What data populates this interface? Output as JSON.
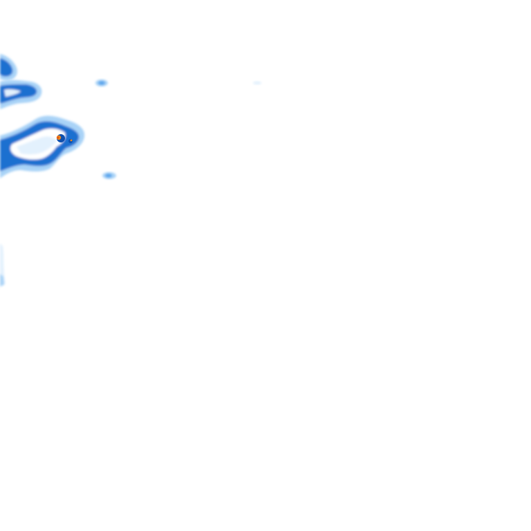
{
  "map": {
    "kind": "precipitation-radar-tile",
    "background": "#ffffff",
    "palette": {
      "faint": "#e3f1fd",
      "light": "#a9d3f7",
      "medium": "#5aa6ec",
      "strong": "#1e6fd0",
      "intense": "#0d4fae",
      "extreme": "#f08a1c",
      "extreme_core": "#e0561a"
    },
    "echo_areas": [
      {
        "name": "north-edge-echo",
        "level": "strong"
      },
      {
        "name": "upper-left-band",
        "level": "strong"
      },
      {
        "name": "central-storm-cell",
        "level": "strong"
      },
      {
        "name": "storm-core",
        "level": "extreme"
      },
      {
        "name": "small-echo-upper",
        "level": "medium"
      },
      {
        "name": "small-echo-lower",
        "level": "medium"
      },
      {
        "name": "faint-echo-far",
        "level": "faint"
      },
      {
        "name": "left-edge-echo",
        "level": "light"
      }
    ]
  }
}
